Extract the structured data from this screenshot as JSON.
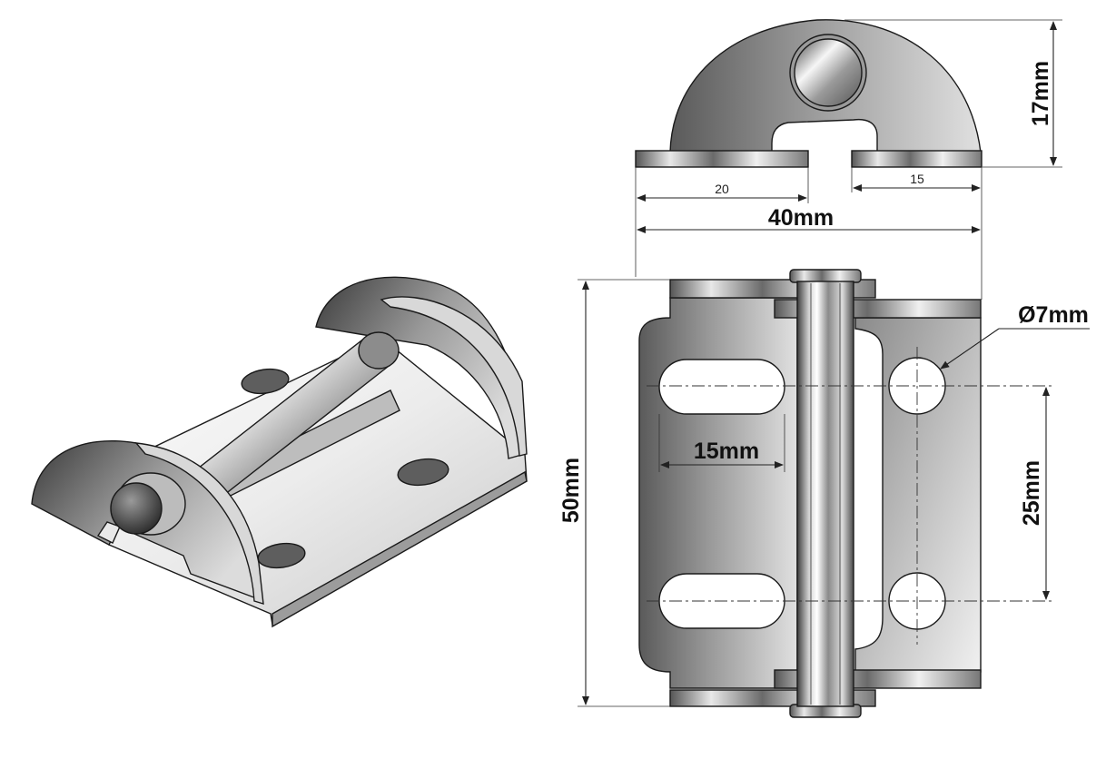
{
  "dimensions": {
    "top_height": "17mm",
    "top_left_width": "20",
    "top_right_width": "15",
    "overall_width": "40mm",
    "overall_height": "50mm",
    "hole_diameter": "Ø7mm",
    "slot_length": "15mm",
    "hole_spacing": "25mm"
  },
  "colors": {
    "metal_light": "#f2f2f2",
    "metal_mid": "#a8a8a8",
    "metal_dark": "#3c3c3c",
    "line": "#1a1a1a"
  }
}
